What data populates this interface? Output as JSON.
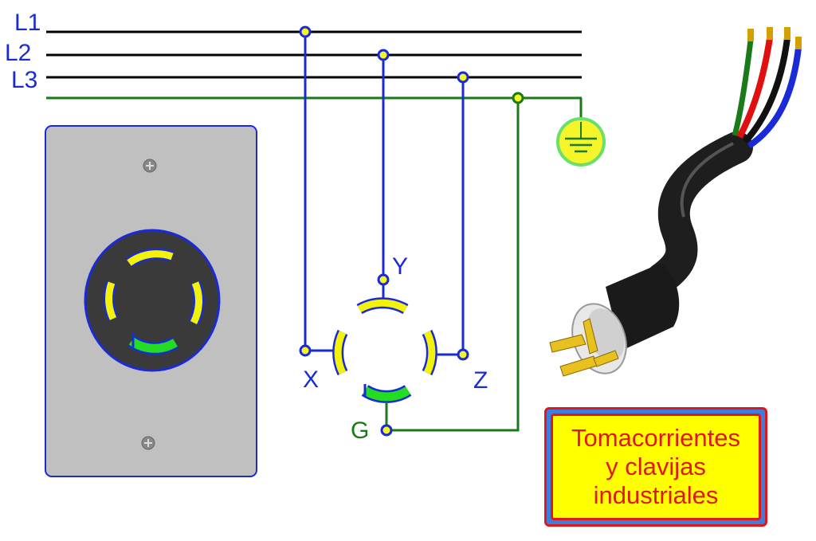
{
  "lines": {
    "l1": "L1",
    "l2": "L2",
    "l3": "L3"
  },
  "terminals": {
    "x": "X",
    "y": "Y",
    "z": "Z",
    "g": "G"
  },
  "title": {
    "line1": "Tomacorrientes",
    "line2": "y clavijas",
    "line3": "industriales"
  },
  "colors": {
    "phase_wire": "#000000",
    "ground_wire": "#1a7a1a",
    "connection_wire": "#1a2bd6",
    "label_blue": "#1a2bd6",
    "label_green": "#1a7a1a",
    "contact_yellow": "#f2f20a",
    "contact_green": "#22dd22",
    "plate_gray": "#c0c0c0",
    "socket_dark": "#3a3a3a",
    "title_text": "#e01818",
    "title_fill": "#ffff00"
  },
  "icons": [
    "ground-symbol-icon",
    "screw-icon",
    "plug-cable-icon"
  ]
}
